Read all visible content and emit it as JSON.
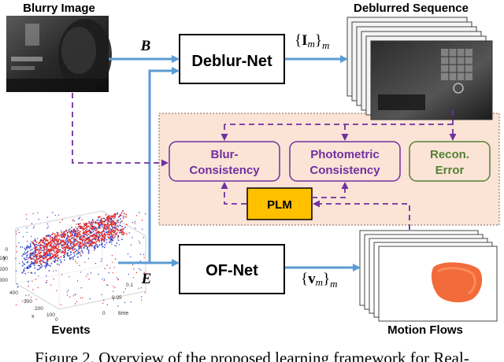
{
  "labels": {
    "blurry_image": "Blurry Image",
    "deblurred_sequence": "Deblurred Sequence",
    "events": "Events",
    "motion_flows": "Motion Flows"
  },
  "nodes": {
    "deblur_net": "Deblur-Net",
    "of_net": "OF-Net",
    "plm": "PLM",
    "blur_consistency_line1": "Blur-",
    "blur_consistency_line2": "Consistency",
    "photometric_line1": "Photometric",
    "photometric_line2": "Consistency",
    "recon_line1": "Recon.",
    "recon_line2": "Error"
  },
  "math": {
    "b": "B",
    "e": "E",
    "im_bold": "I",
    "im_sub": "m",
    "vm_bold": "v",
    "vm_sub": "m"
  },
  "scatter_axes": {
    "y_ticks": [
      "0",
      "100",
      "200",
      "300"
    ],
    "x_ticks": [
      "400",
      "300",
      "200",
      "100",
      "0"
    ],
    "time_ticks": [
      "0",
      "0.05",
      "0.1"
    ],
    "x_label": "x",
    "y_label": "y",
    "time_label": "time"
  },
  "caption": "Figure 2. Overview of the proposed learning framework for Real-",
  "colors": {
    "arrow_blue": "#5b9bd5",
    "purple": "#7030a0",
    "green": "#548235",
    "panel_fill": "#fbe3d6",
    "plm_fill": "#ffc000"
  }
}
